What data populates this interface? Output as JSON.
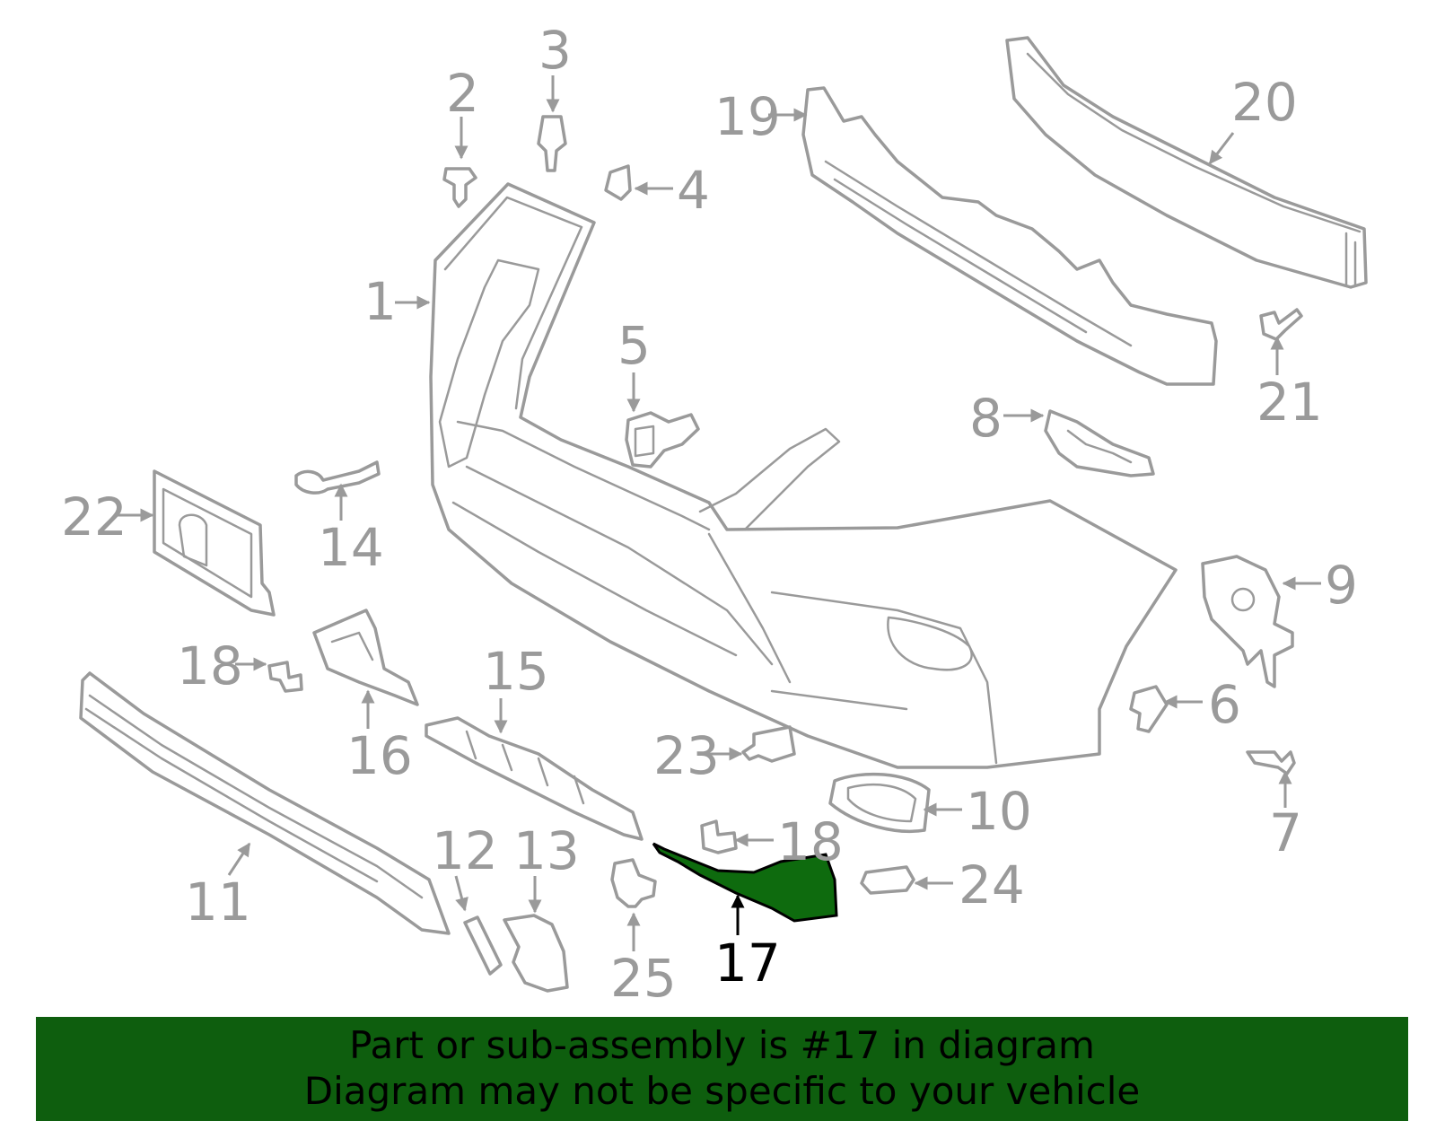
{
  "diagram": {
    "highlight_color": "#0e6b0e",
    "stroke_color": "#9a9a9a",
    "highlighted_part": "17",
    "callouts": [
      "1",
      "2",
      "3",
      "4",
      "5",
      "6",
      "7",
      "8",
      "9",
      "10",
      "11",
      "12",
      "13",
      "14",
      "15",
      "16",
      "17",
      "18",
      "18",
      "19",
      "20",
      "21",
      "22",
      "23",
      "24",
      "25"
    ]
  },
  "banner": {
    "line1": "Part or sub-assembly is #17 in diagram",
    "line2": "Diagram may not be specific to your vehicle",
    "background": "#0e5e0e"
  }
}
